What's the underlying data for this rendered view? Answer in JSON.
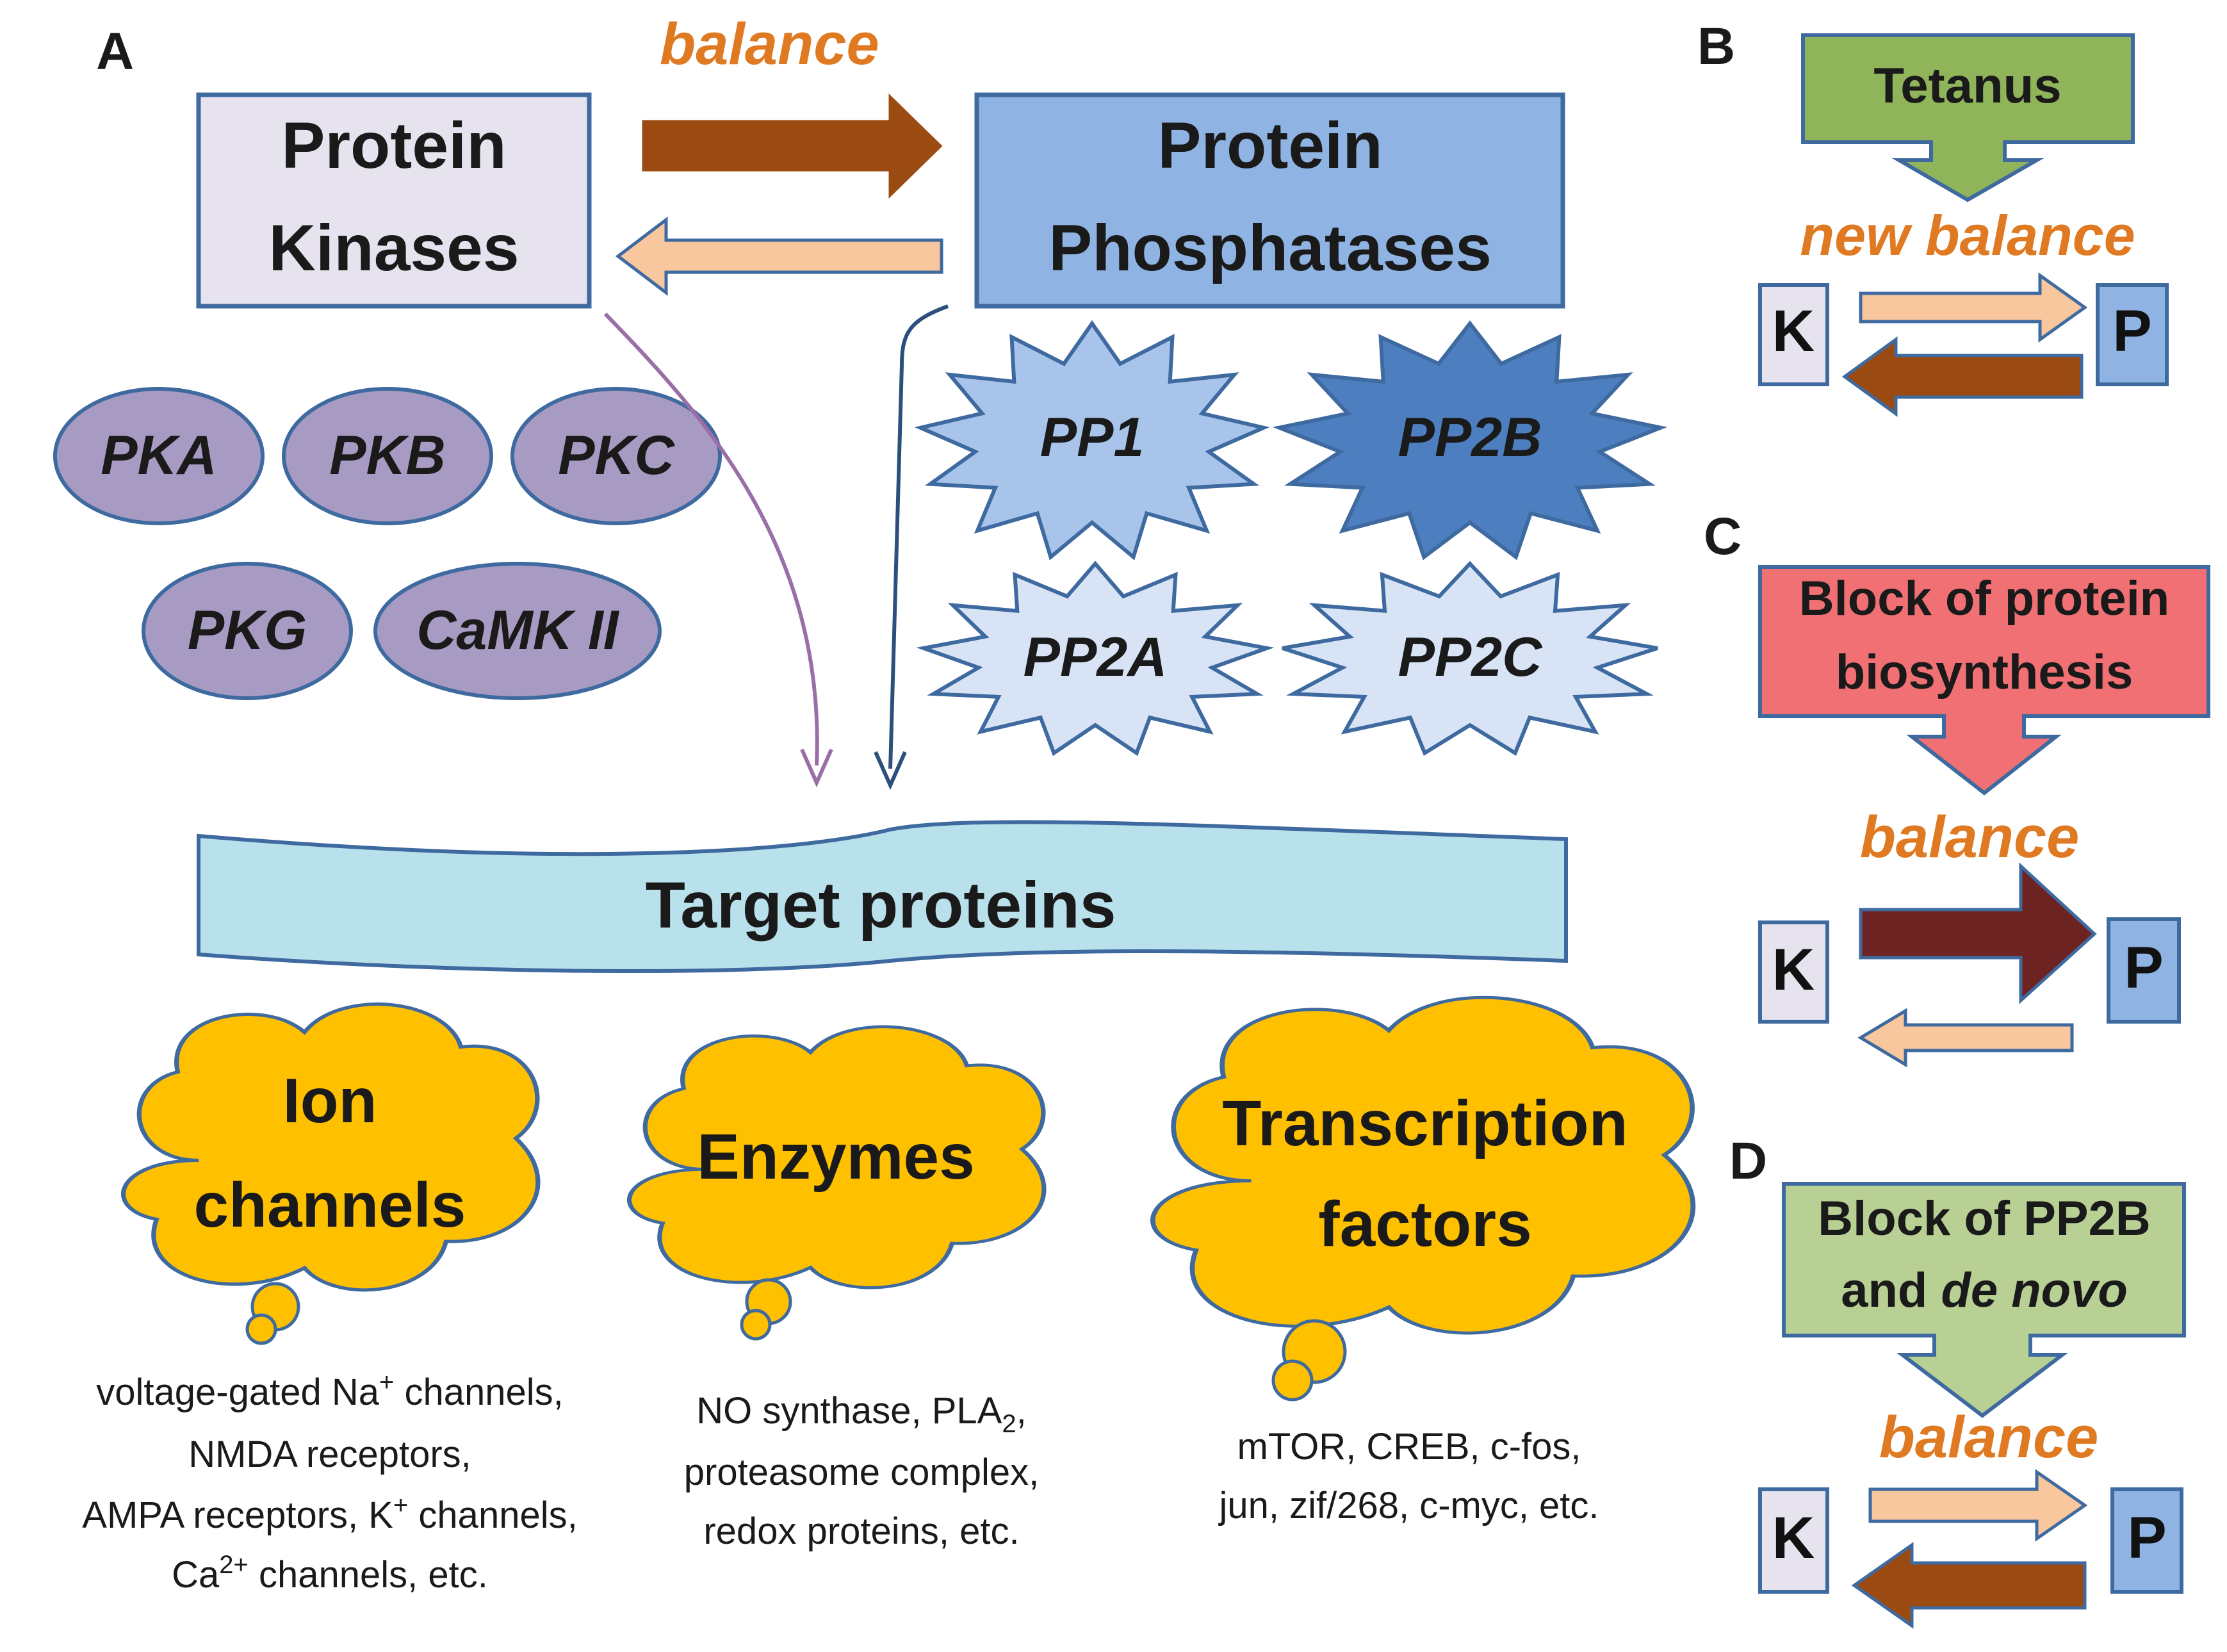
{
  "panels": {
    "a": "A",
    "b": "B",
    "c": "C",
    "d": "D"
  },
  "panel_a": {
    "balance_label": "balance",
    "kinases": {
      "line1": "Protein",
      "line2": "Kinases"
    },
    "phosphatases": {
      "line1": "Protein",
      "line2": "Phosphatases"
    },
    "kinase_list": [
      "PKA",
      "PKB",
      "PKC",
      "PKG",
      "CaMK II"
    ],
    "phosphatase_list": [
      "PP1",
      "PP2B",
      "PP2A",
      "PP2C"
    ],
    "target_label": "Target proteins",
    "clouds": [
      {
        "line1": "Ion",
        "line2": "channels"
      },
      {
        "line1": "Enzymes"
      },
      {
        "line1": "Transcription",
        "line2": "factors"
      }
    ],
    "ion_examples": {
      "l1": "voltage-gated Na",
      "l1_sup": "+",
      "l1_end": " channels,",
      "l2": "NMDA receptors,",
      "l3": "AMPA receptors, K",
      "l3_sup": "+",
      "l3_end": " channels,",
      "l4": "Ca",
      "l4_sup": "2+",
      "l4_end": " channels,  etc."
    },
    "enzyme_examples": {
      "l1": "NO synthase,  PLA",
      "l1_sub": "2",
      "l1_end": ",",
      "l2": "proteasome complex,",
      "l3": "redox proteins, etc."
    },
    "tf_examples": {
      "l1": "mTOR, CREB, c-fos,",
      "l2": "jun, zif/268, c-myc, etc."
    }
  },
  "panel_b": {
    "trigger": "Tetanus",
    "balance_label": "new balance",
    "k": "K",
    "p": "P"
  },
  "panel_c": {
    "trigger_line1": "Block of protein",
    "trigger_line2": "biosynthesis",
    "balance_label": "balance",
    "k": "K",
    "p": "P"
  },
  "panel_d": {
    "trigger_line1": "Block of PP2B",
    "trigger_line2_a": "and ",
    "trigger_line2_b": "de novo",
    "balance_label": "balance",
    "k": "K",
    "p": "P"
  },
  "colors": {
    "kinase_box": "#e6e3ef",
    "phosphatase_box": "#8fb3e2",
    "ellipse": "#a79bc3",
    "pp_light": "#a8c4ea",
    "pp_dark": "#4d7fc0",
    "pp_pale": "#d8e4f6",
    "target_bar": "#b9e1ec",
    "cloud": "#ffc000",
    "arrow_brown": "#9b4a12",
    "arrow_peach": "#f8c79d",
    "arrow_maroon": "#6e2323",
    "balance": "#e07a22",
    "tetanus": "#8fb45a",
    "block_protein": "#f07074",
    "block_pp2b": "#b8d093"
  }
}
